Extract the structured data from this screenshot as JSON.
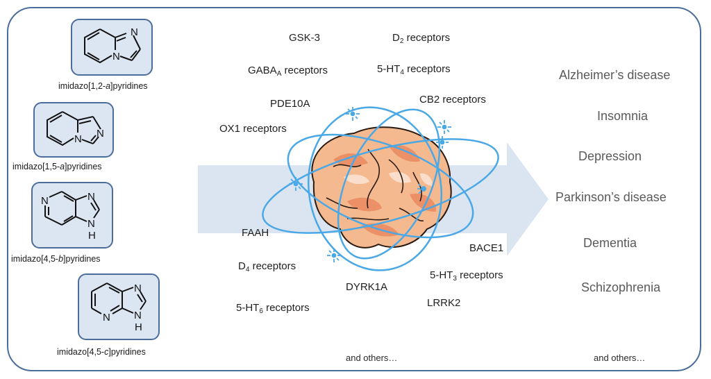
{
  "scaffolds": [
    {
      "name": "imidazo[1,2-a]pyridines",
      "prefix": "imidazo[1,2-",
      "italic": "a",
      "suffix": "]pyridines"
    },
    {
      "name": "imidazo[1,5-a]pyridines",
      "prefix": "imidazo[1,5-",
      "italic": "a",
      "suffix": "]pyridines"
    },
    {
      "name": "imidazo[4,5-b]pyridines",
      "prefix": "imidazo[4,5-",
      "italic": "b",
      "suffix": "]pyridines"
    },
    {
      "name": "imidazo[4,5-c]pyridines",
      "prefix": "imidazo[4,5-",
      "italic": "c",
      "suffix": "]pyridines"
    }
  ],
  "atoms": {
    "N": "N",
    "H": "H"
  },
  "targets": [
    {
      "base": "GSK-3",
      "sub": "",
      "rest": ""
    },
    {
      "base": "D",
      "sub": "2",
      "rest": " receptors"
    },
    {
      "base": "GABA",
      "sub": "A",
      "rest": " receptors"
    },
    {
      "base": "5-HT",
      "sub": "4",
      "rest": " receptors"
    },
    {
      "base": "PDE10A",
      "sub": "",
      "rest": ""
    },
    {
      "base": "CB2 receptors",
      "sub": "",
      "rest": ""
    },
    {
      "base": "OX1 receptors",
      "sub": "",
      "rest": ""
    },
    {
      "base": "FAAH",
      "sub": "",
      "rest": ""
    },
    {
      "base": "BACE1",
      "sub": "",
      "rest": ""
    },
    {
      "base": "D",
      "sub": "4",
      "rest": " receptors"
    },
    {
      "base": "5-HT",
      "sub": "3",
      "rest": " receptors"
    },
    {
      "base": "DYRK1A",
      "sub": "",
      "rest": ""
    },
    {
      "base": "LRRK2",
      "sub": "",
      "rest": ""
    },
    {
      "base": "5-HT",
      "sub": "6",
      "rest": " receptors"
    }
  ],
  "targets_others": "and others…",
  "diseases": [
    "Alzheimer’s disease",
    "Insomnia",
    "Depression",
    "Parkinson’s disease",
    "Dementia",
    "Schizophrenia"
  ],
  "diseases_others": "and others…",
  "colors": {
    "frame": "#4a6d9c",
    "box_fill": "#dce6f2",
    "arrow": "#dbe5f2",
    "orbit": "#4aa8e6",
    "brain": "#f3b48a",
    "disease_text": "#5a5a5a"
  }
}
